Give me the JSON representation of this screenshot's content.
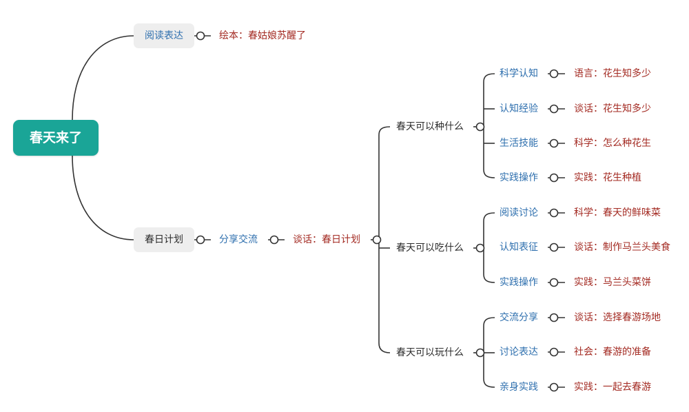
{
  "root": {
    "label": "春天来了"
  },
  "reading": {
    "label": "阅读表达",
    "activity": "绘本：春姑娘苏醒了"
  },
  "plan": {
    "label": "春日计划",
    "share": "分享交流",
    "talk": "谈话：春日计划"
  },
  "groups": [
    {
      "label": "春天可以种什么",
      "items": [
        {
          "label": "科学认知",
          "activity": "语言：花生知多少"
        },
        {
          "label": "认知经验",
          "activity": "谈话：花生知多少"
        },
        {
          "label": "生活技能",
          "activity": "科学：怎么种花生"
        },
        {
          "label": "实践操作",
          "activity": "实践：花生种植"
        }
      ]
    },
    {
      "label": "春天可以吃什么",
      "items": [
        {
          "label": "阅读讨论",
          "activity": "科学：春天的鲜味菜"
        },
        {
          "label": "认知表征",
          "activity": "谈话：制作马兰头美食"
        },
        {
          "label": "实践操作",
          "activity": "实践：马兰头菜饼"
        }
      ]
    },
    {
      "label": "春天可以玩什么",
      "items": [
        {
          "label": "交流分享",
          "activity": "谈话：选择春游场地"
        },
        {
          "label": "讨论表达",
          "activity": "社会：春游的准备"
        },
        {
          "label": "亲身实践",
          "activity": "实践：一起去春游"
        }
      ]
    }
  ],
  "colors": {
    "root_bg": "#1aa597",
    "pill_bg": "#eeeeee",
    "category_text": "#2e6fae",
    "activity_text": "#a32a22",
    "line": "#333333"
  }
}
